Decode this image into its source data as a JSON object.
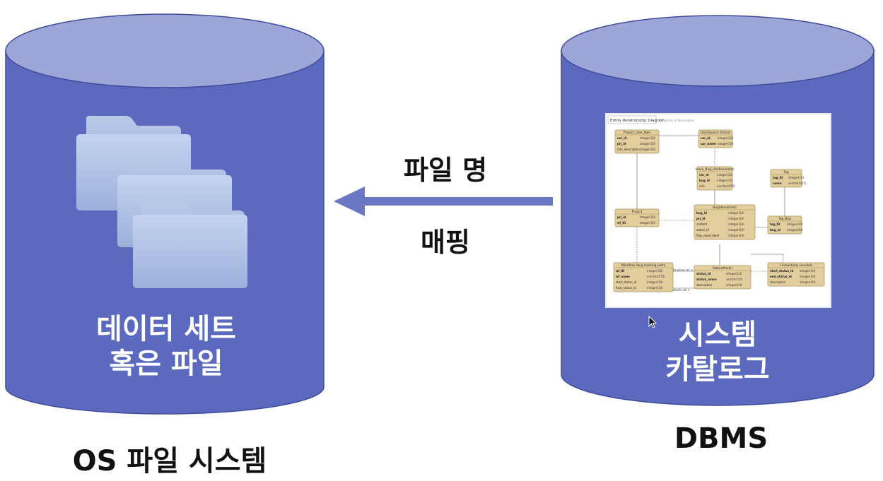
{
  "left_cylinder": {
    "label_line1": "데이터 세트",
    "label_line2": "혹은 파일",
    "caption": "OS 파일 시스템"
  },
  "arrow": {
    "top_text": "파일 명",
    "bottom_text": "매핑"
  },
  "right_cylinder": {
    "label_line1": "시스템",
    "label_line2": "카탈로그",
    "caption": "DBMS"
  },
  "erd": {
    "title": "Entity Relationship Diagram",
    "subtitle": "University of Washington",
    "tables": [
      {
        "name": "Project_User_Role",
        "rows": [
          [
            "usr_id",
            "integer(10)"
          ],
          [
            "prj_id",
            "integer(10)"
          ],
          [
            "role_description",
            "integer(10)"
          ]
        ]
      },
      {
        "name": "User(Source Actors)",
        "rows": [
          [
            "usr_id",
            "integer(10)"
          ],
          [
            "usr_name",
            "integer(10)"
          ]
        ]
      },
      {
        "name": "Users_Bug_rel(document)",
        "rows": [
          [
            "usr_id",
            "integer(10)"
          ],
          [
            "bug_id",
            "integer(10)"
          ],
          [
            "role",
            "varchar(255)"
          ]
        ]
      },
      {
        "name": "Tag",
        "rows": [
          [
            "tag_ID",
            "integer(10)"
          ],
          [
            "name",
            "varchar(255)"
          ]
        ]
      },
      {
        "name": "Project",
        "rows": [
          [
            "prj_id",
            "integer(10)"
          ],
          [
            "wf_ID",
            "integer(10)"
          ]
        ]
      },
      {
        "name": "Bug(document)",
        "rows": [
          [
            "bug_id",
            "integer(10)"
          ],
          [
            "prj_id",
            "integer(10)"
          ],
          [
            "content",
            "integer(10)"
          ],
          [
            "status_id",
            "integer(10)"
          ],
          [
            "flag_cloud_label",
            "integer(10)"
          ]
        ]
      },
      {
        "name": "Tag_Bug",
        "rows": [
          [
            "tag_ID",
            "integer(10)"
          ],
          [
            "bug_id",
            "integer(10)"
          ]
        ]
      },
      {
        "name": "Workflow (bug tracking path)",
        "rows": [
          [
            "wf_ID",
            "integer(10)"
          ],
          [
            "wf_name",
            "varchar(255)"
          ],
          [
            "start_status_id",
            "integer(10)"
          ],
          [
            "final_status_id",
            "integer(10)"
          ]
        ]
      },
      {
        "name": "Status(Node)",
        "rows": [
          [
            "status_id",
            "integer(10)"
          ],
          [
            "status_name",
            "varchar(10)"
          ],
          [
            "description",
            "integer(10)"
          ]
        ]
      },
      {
        "name": "Link(activity needed)",
        "rows": [
          [
            "start_status_id",
            "integer(10)"
          ],
          [
            "end_status_id",
            "integer(10)"
          ],
          [
            "description",
            "integer(10)"
          ]
        ]
      }
    ],
    "edge_labels": [
      "finishes at >",
      "starts at >"
    ]
  },
  "colors": {
    "cylinder_body": "#5b6abf",
    "cylinder_top": "#9ea6d8",
    "cylinder_outline": "#3f4a9a",
    "arrow": "#6a78c4",
    "table_fill": "#e2cd9c",
    "table_border": "#a89058",
    "folder_light": "#c7d6ef",
    "folder_dark": "#8fa4d1"
  }
}
